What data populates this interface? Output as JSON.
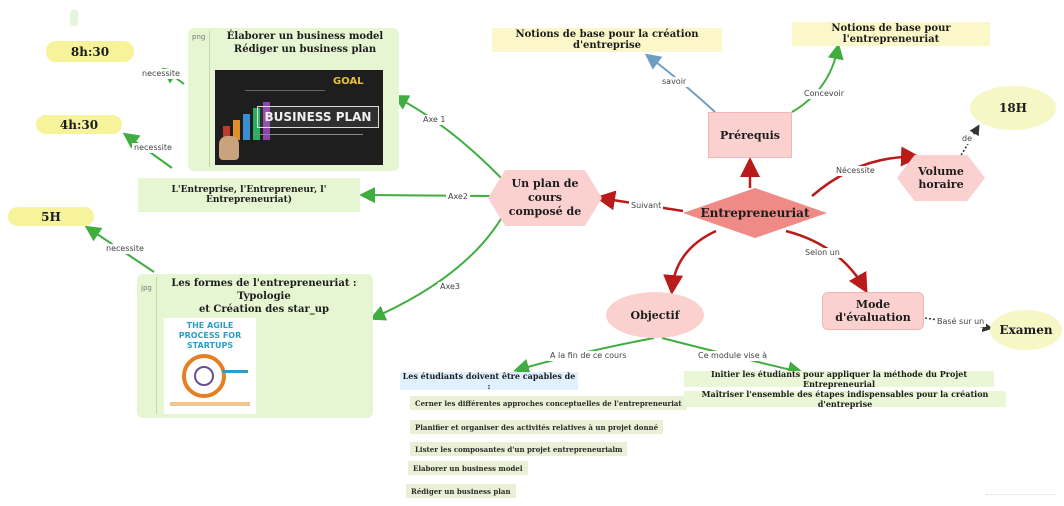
{
  "center": {
    "label": "Entrepreneuriat"
  },
  "plan": {
    "label": "Un plan de cours composé de"
  },
  "prerequis": {
    "label": "Prérequis"
  },
  "volume": {
    "label": "Volume horaire"
  },
  "evaluation": {
    "label": "Mode d'évaluation"
  },
  "objectif": {
    "label": "Objectif"
  },
  "examen": {
    "label": "Examen"
  },
  "hours18": {
    "label": "18H"
  },
  "notions1": {
    "label": "Notions de base pour la création d'entreprise"
  },
  "notions2": {
    "label": "Notions de base pour l'entrepreneuriat"
  },
  "axe1_box": {
    "line1": "Élaborer un business model",
    "line2": "Rédiger un business plan",
    "filetype": "png",
    "image_text": "BUSINESS PLAN",
    "goal_text": "GOAL"
  },
  "axe2_box": {
    "label": "L'Entreprise, l'Entrepreneur, l' Entrepreneuriat)"
  },
  "axe3_box": {
    "line1": "Les formes de l'entrepreneuriat : Typologie",
    "line2": "et Création des star_up",
    "filetype": "jpg",
    "image_title": "THE AGILE PROCESS FOR STARTUPS"
  },
  "times": {
    "t1": "8h:30",
    "t2": "4h:30",
    "t3": "5H"
  },
  "edge_labels": {
    "necessite1": "necessite",
    "necessite2": "necessite",
    "necessite3": "necessite",
    "axe1": "Axe 1",
    "axe2": "Axe2",
    "axe3": "Axe3",
    "suivant": "Suivant",
    "savoir": "savoir",
    "concevoir": "Concevoir",
    "necessite_center": "Nécessite",
    "de": "de",
    "selon": "Selon un",
    "base": "Basé sur un",
    "fin": "A la fin de ce cours",
    "module": "Ce module vise à"
  },
  "students": {
    "header": "Les étudiants doivent être capables de :",
    "items": [
      "Cerner les différentes approches conceptuelles de l'entrepreneuriat",
      "Planifier et organiser des activités relatives à un projet donné",
      "Lister les composantes d'un projet entrepreneurialm",
      "Elaborer un business model",
      "Rédiger un business plan"
    ]
  },
  "module_items": [
    "Initier les étudiants pour appliquer la méthode du Projet Entrepreneurial",
    "Maîtriser l'ensemble des étapes indispensables pour la création d'entreprise"
  ],
  "colors": {
    "green": "#3fae3f",
    "red": "#b91b1b",
    "blue": "#6d9ec2",
    "pink": "#f08a86",
    "yellow": "#f6f39a"
  }
}
